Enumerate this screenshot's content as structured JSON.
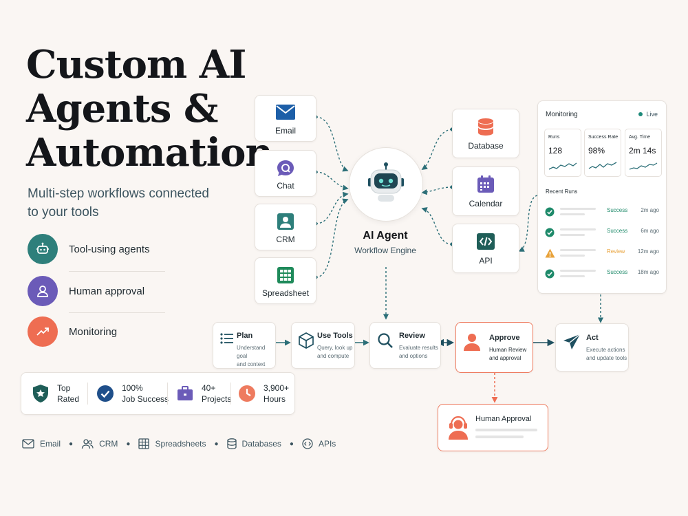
{
  "hero": {
    "title_lines": [
      "Custom AI",
      "Agents &",
      "Automation"
    ],
    "subtitle_lines": [
      "Multi-step workflows connected",
      "to your tools"
    ]
  },
  "features": [
    {
      "label": "Tool-using agents",
      "icon": "robot-icon",
      "color": "#2e7f7b"
    },
    {
      "label": "Human approval",
      "icon": "person-icon",
      "color": "#6b5bb8"
    },
    {
      "label": "Monitoring",
      "icon": "trend-up-icon",
      "color": "#ee6d52"
    }
  ],
  "badges": [
    {
      "line1": "Top",
      "line2": "Rated",
      "icon": "shield-star-icon"
    },
    {
      "line1": "100%",
      "line2": "Job Success",
      "icon": "check-circle-icon"
    },
    {
      "line1": "40+",
      "line2": "Projects",
      "icon": "briefcase-icon"
    },
    {
      "line1": "3,900+",
      "line2": "Hours",
      "icon": "clock-icon"
    }
  ],
  "tools_row": [
    {
      "label": "Email",
      "icon": "mail-icon"
    },
    {
      "label": "CRM",
      "icon": "users-icon"
    },
    {
      "label": "Spreadsheets",
      "icon": "grid-icon"
    },
    {
      "label": "Databases",
      "icon": "database-icon"
    },
    {
      "label": "APIs",
      "icon": "code-icon"
    }
  ],
  "sources_left": [
    {
      "label": "Email",
      "icon": "mail-icon"
    },
    {
      "label": "Chat",
      "icon": "chat-icon"
    },
    {
      "label": "CRM",
      "icon": "contact-icon"
    },
    {
      "label": "Spreadsheet",
      "icon": "spreadsheet-icon"
    }
  ],
  "sources_right": [
    {
      "label": "Database",
      "icon": "database-icon"
    },
    {
      "label": "Calendar",
      "icon": "calendar-icon"
    },
    {
      "label": "API",
      "icon": "code-icon"
    }
  ],
  "agent": {
    "title": "AI Agent",
    "subtitle": "Workflow Engine"
  },
  "steps": [
    {
      "title": "Plan",
      "desc_lines": [
        "Understand goal",
        "and context"
      ],
      "icon": "list-icon"
    },
    {
      "title": "Use Tools",
      "desc_lines": [
        "Query, look up",
        "and compute"
      ],
      "icon": "cube-icon"
    },
    {
      "title": "Review",
      "desc_lines": [
        "Evaluate results",
        "and options"
      ],
      "icon": "magnifier-icon"
    },
    {
      "title": "Approve",
      "desc_lines": [
        "Human Review",
        "and approval"
      ],
      "icon": "person-icon"
    },
    {
      "title": "Act",
      "desc_lines": [
        "Execute actions",
        "and update tools"
      ],
      "icon": "send-icon"
    }
  ],
  "human_approval": {
    "title": "Human Approval"
  },
  "monitoring": {
    "title": "Monitoring",
    "live": "Live",
    "metrics": [
      {
        "label": "Runs",
        "value": "128"
      },
      {
        "label": "Success Rate",
        "value": "98%"
      },
      {
        "label": "Avg. Time",
        "value": "2m 14s"
      }
    ],
    "recent_title": "Recent Runs",
    "runs": [
      {
        "status": "Success",
        "time": "2m ago",
        "kind": "success"
      },
      {
        "status": "Success",
        "time": "6m ago",
        "kind": "success"
      },
      {
        "status": "Review",
        "time": "12m ago",
        "kind": "warning"
      },
      {
        "status": "Success",
        "time": "18m ago",
        "kind": "success"
      }
    ]
  },
  "colors": {
    "teal": "#1e7a76",
    "purple": "#6b5bb8",
    "coral": "#ee6d52",
    "success": "#1e8a6a",
    "warning": "#e8a23a",
    "dark_teal": "#1f5060"
  }
}
